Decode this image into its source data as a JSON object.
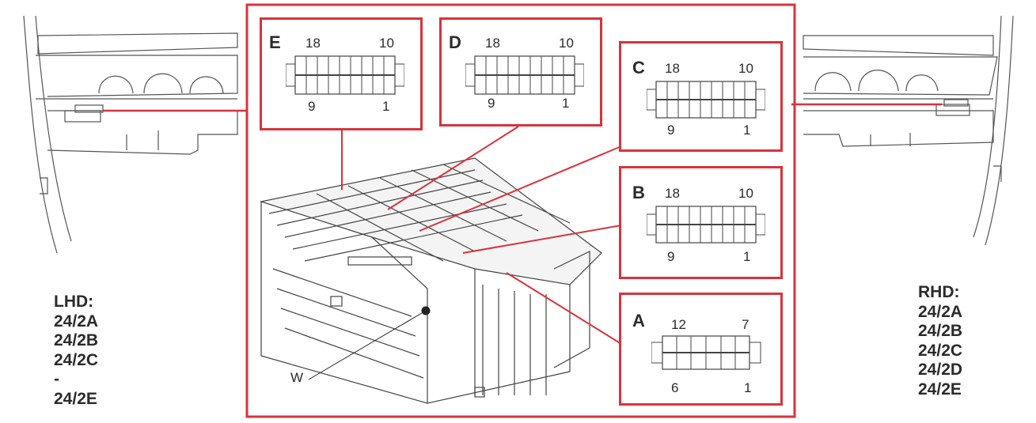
{
  "lhd": {
    "title": "LHD:",
    "items": [
      "24/2A",
      "24/2B",
      "24/2C",
      "-",
      "24/2E"
    ]
  },
  "rhd": {
    "title": "RHD:",
    "items": [
      "24/2A",
      "24/2B",
      "24/2C",
      "24/2D",
      "24/2E"
    ]
  },
  "connectors": {
    "E": {
      "letter": "E",
      "top_left": "18",
      "top_right": "10",
      "bottom_left": "9",
      "bottom_right": "1"
    },
    "D": {
      "letter": "D",
      "top_left": "18",
      "top_right": "10",
      "bottom_left": "9",
      "bottom_right": "1"
    },
    "C": {
      "letter": "C",
      "top_left": "18",
      "top_right": "10",
      "bottom_left": "9",
      "bottom_right": "1"
    },
    "B": {
      "letter": "B",
      "top_left": "18",
      "top_right": "10",
      "bottom_left": "9",
      "bottom_right": "1"
    },
    "A": {
      "letter": "A",
      "top_left": "12",
      "top_right": "7",
      "bottom_left": "6",
      "bottom_right": "1"
    }
  },
  "fusebox_label": "W",
  "colors": {
    "callout": "#d8333c",
    "ink": "#2b2b2b"
  }
}
